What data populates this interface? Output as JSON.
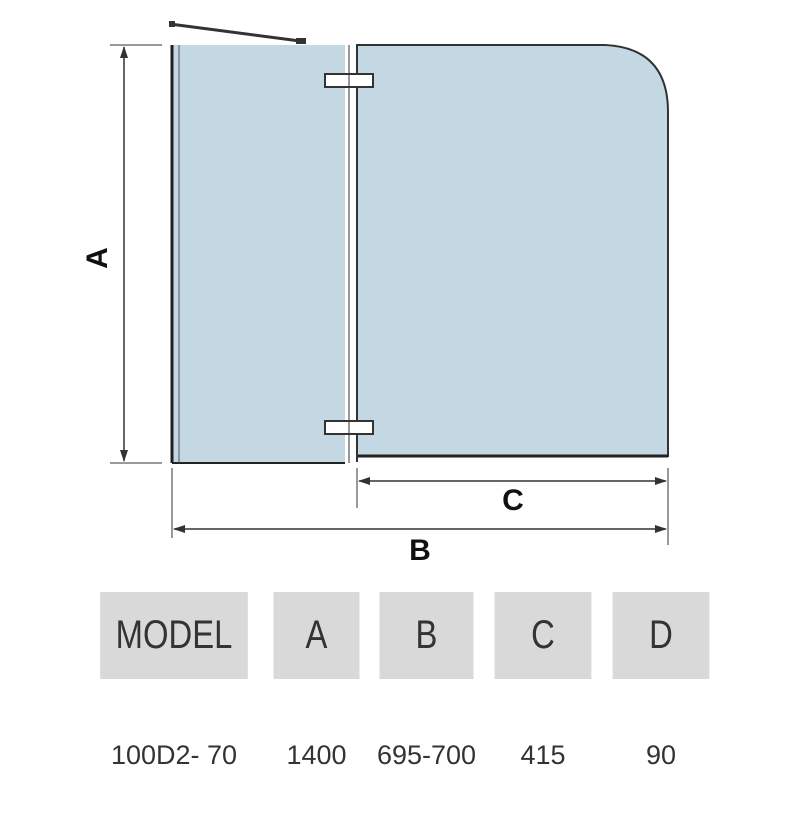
{
  "diagram": {
    "labels": {
      "a": "A",
      "b": "B",
      "c": "C"
    },
    "colors": {
      "glass": "#c3d8e2",
      "outline": "#222222",
      "dimension_line": "#333333",
      "header_band": "#d9d9d9"
    }
  },
  "table": {
    "headers": [
      "MODEL",
      "A",
      "B",
      "C",
      "D"
    ],
    "row": [
      "100D2- 70",
      "1400",
      "695-700",
      "415",
      "90"
    ]
  }
}
